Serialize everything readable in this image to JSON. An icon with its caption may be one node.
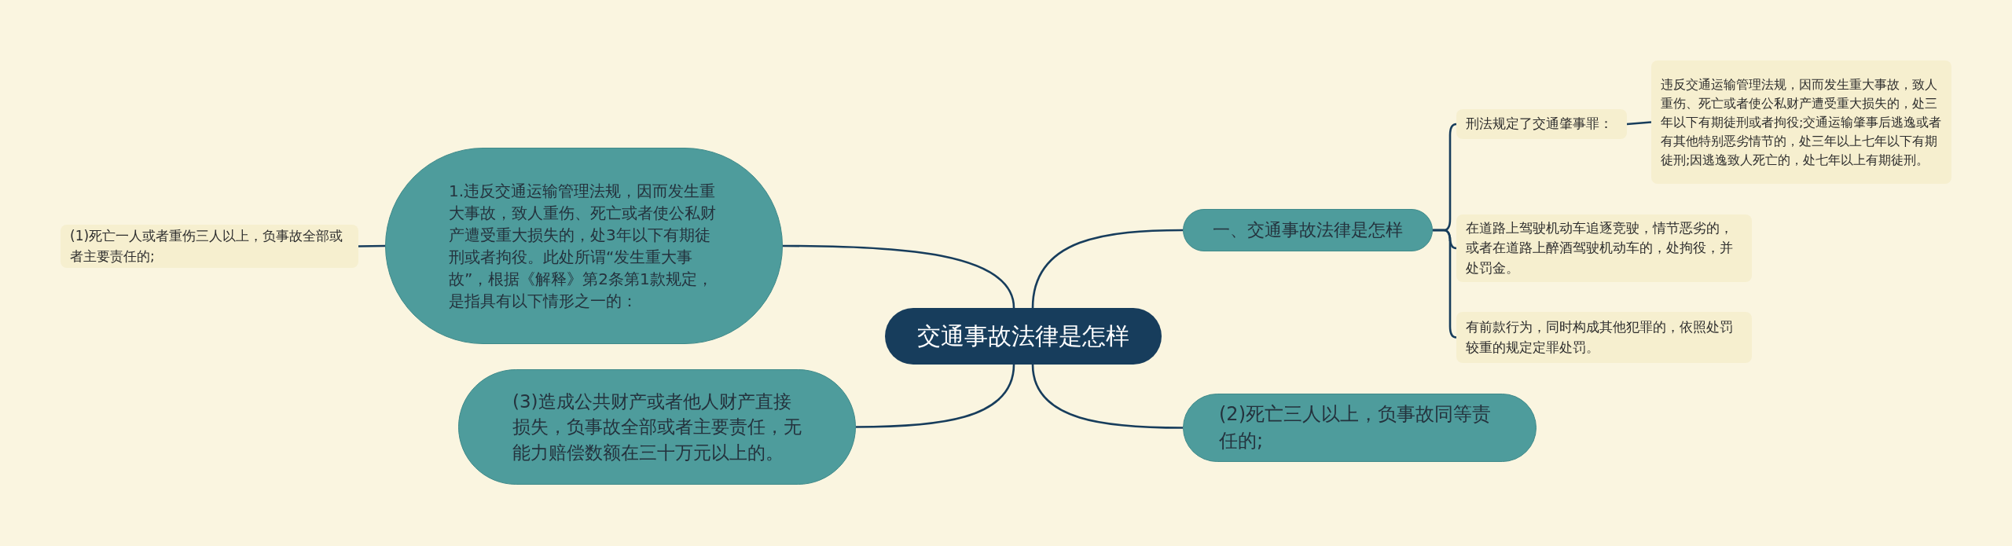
{
  "diagram": {
    "nodes": [
      {
        "text": [
          "交通事故法律是怎样"
        ]
      },
      {
        "text": [
          "一、交通事故法律是怎样"
        ]
      },
      {
        "text": [
          "刑法规定了交通肇事罪："
        ]
      },
      {
        "text": [
          "违反交通运输管理法规，因而发生重大事故，致人重伤、死亡或者使公私财产遭受重大损失的，处三年以下有期徒刑或者拘役;交通运输肇事后逃逸或者有其他特别恶劣情节的，处三年以上七年以下有期徒刑;因逃逸致人死亡的，处七年以上有期徒刑。"
        ]
      },
      {
        "text": [
          "在道路上驾驶机动车追逐竞驶，情节恶劣的，或者在道路上醉酒驾驶机动车的，处拘役，并处罚金。"
        ]
      },
      {
        "text": [
          "有前款行为，同时构成其他犯罪的，依照处罚较重的规定定罪处罚。"
        ]
      },
      {
        "text": [
          "(2)死亡三人以上，负事故同等责任的;"
        ]
      },
      {
        "text": [
          "1.违反交通运输管理法规，因而发生重大事故，致人重伤、死亡或者使公私财产遭受重大损失的，处3年以下有期徒刑或者拘役。此处所谓“发生重大事故”，根据《解释》第2条第1款规定，是指具有以下情形之一的："
        ]
      },
      {
        "text": [
          "(1)死亡一人或者重伤三人以上，负事故全部或者主要责任的;"
        ]
      },
      {
        "text": [
          "(3)造成公共财产或者他人财产直接损失，负事故全部或者主要责任，无能力赔偿数额在三十万元以上的。"
        ]
      }
    ],
    "edges": [
      {
        "from": 0,
        "to": 1,
        "arrow": "none"
      },
      {
        "from": 1,
        "to": 2,
        "arrow": "none"
      },
      {
        "from": 2,
        "to": 3,
        "arrow": "none"
      },
      {
        "from": 1,
        "to": 4,
        "arrow": "none"
      },
      {
        "from": 1,
        "to": 5,
        "arrow": "none"
      },
      {
        "from": 0,
        "to": 6,
        "arrow": "none"
      },
      {
        "from": 0,
        "to": 7,
        "arrow": "none"
      },
      {
        "from": 7,
        "to": 8,
        "arrow": "none"
      },
      {
        "from": 0,
        "to": 9,
        "arrow": "none"
      }
    ]
  }
}
